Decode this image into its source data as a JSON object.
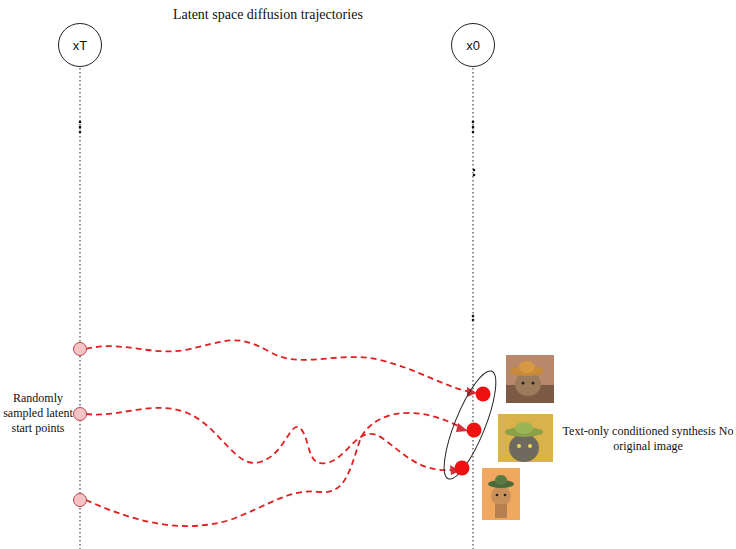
{
  "diagram": {
    "title": "Latent space diffusion trajectories",
    "nodes": [
      {
        "text": [
          "xT"
        ]
      },
      {
        "text": [
          "x0"
        ]
      }
    ],
    "labels": [
      "Randomly sampled latent start points",
      "Text-only conditioned synthesis No original image"
    ]
  }
}
